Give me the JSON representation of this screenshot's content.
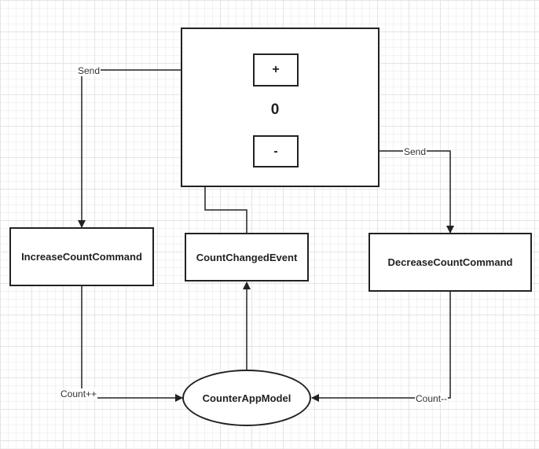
{
  "ui_panel": {
    "plus_label": "+",
    "count_value": "0",
    "minus_label": "-"
  },
  "nodes": {
    "increase_command": "IncreaseCountCommand",
    "count_changed_event": "CountChangedEvent",
    "decrease_command": "DecreaseCountCommand",
    "model": "CounterAppModel"
  },
  "edge_labels": {
    "send_left": "Send",
    "send_right": "Send",
    "count_increment": "Count++",
    "count_decrement": "Count--"
  }
}
